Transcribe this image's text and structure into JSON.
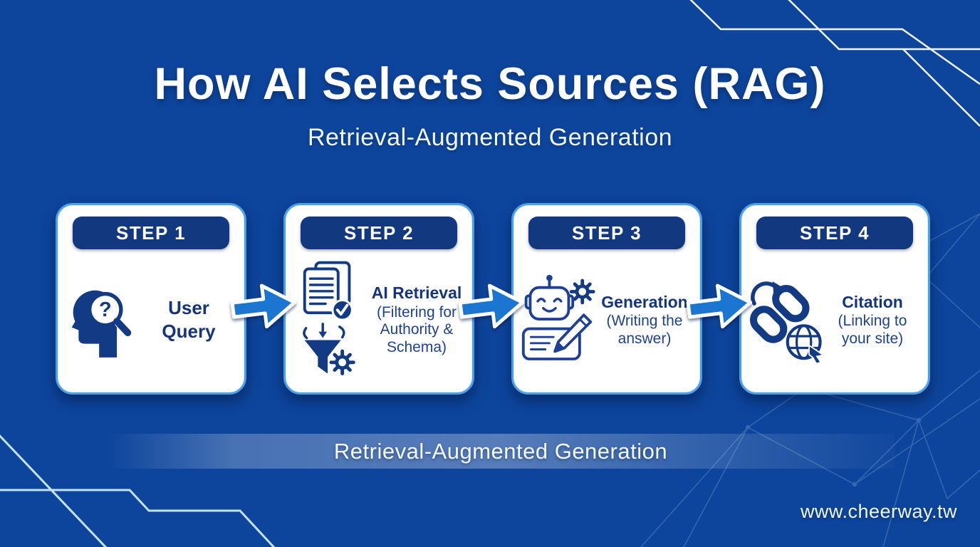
{
  "page": {
    "title": "How AI Selects Sources (RAG)",
    "subtitle": "Retrieval-Augmented Generation",
    "banner_label": "Retrieval-Augmented Generation",
    "website": "www.cheerway.tw"
  },
  "steps": [
    {
      "label": "STEP 1",
      "title": "User Query",
      "subtitle": "",
      "icon": "head-magnifier-question-icon"
    },
    {
      "label": "STEP 2",
      "title": "AI Retrieval",
      "subtitle": "(Filtering for Authority & Schema)",
      "icon": "documents-check-funnel-gear-icon"
    },
    {
      "label": "STEP 3",
      "title": "Generation",
      "subtitle": "(Writing the answer)",
      "icon": "robot-writing-gear-icon"
    },
    {
      "label": "STEP 4",
      "title": "Citation",
      "subtitle": "(Linking to your site)",
      "icon": "chain-link-globe-cursor-icon"
    }
  ],
  "colors": {
    "background": "#0d459c",
    "card_border": "#4d9fe8",
    "pill_navy": "#12387f",
    "icon_navy": "#133a84",
    "text_navy": "#1e4293",
    "arrow_blue": "#1b76d2",
    "deco_cyan": "#cdeaf7",
    "deco_white": "#ffffff"
  }
}
